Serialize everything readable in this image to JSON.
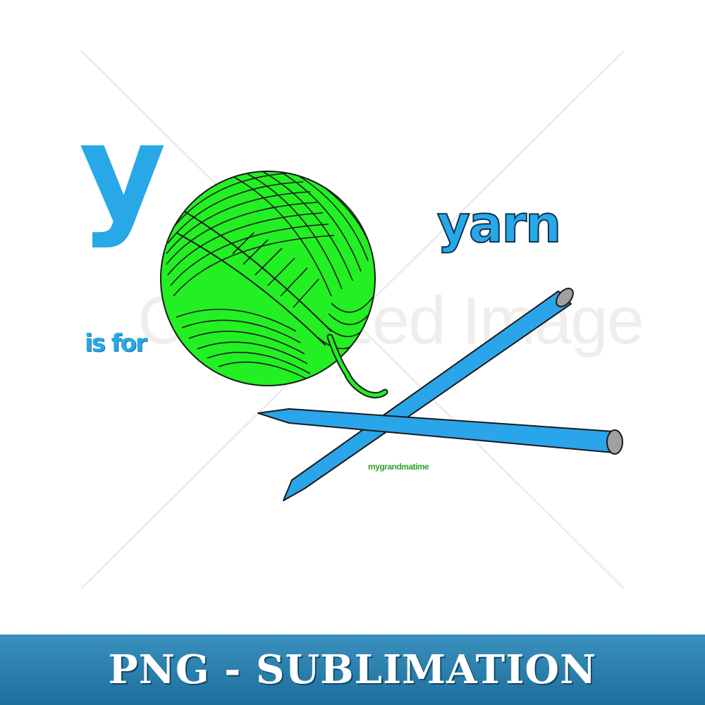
{
  "illustration": {
    "letter": "y",
    "phrase": "is for",
    "word": "yarn",
    "credit": "mygrandmatime",
    "watermark": "Cus mized Image"
  },
  "banner": {
    "label": "PNG - SUBLIMATION"
  },
  "colors": {
    "text_blue": "#29a8e8",
    "yarn_green": "#22f022",
    "needle_blue": "#2aa5ea",
    "needle_cap": "#a0a0a0",
    "banner_top": "#3a90bd",
    "banner_bottom": "#1d6f9c"
  },
  "icons": [
    "yarn-ball-icon",
    "knitting-needle-icon"
  ]
}
